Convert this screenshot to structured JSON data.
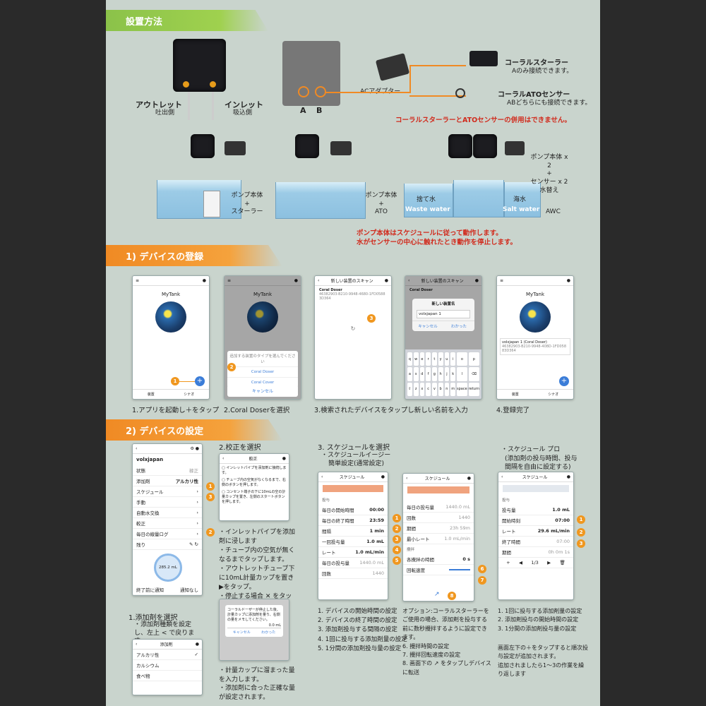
{
  "sections": {
    "install": "設置方法",
    "register": "1) デバイスの登録",
    "settings": "2) デバイスの設定"
  },
  "install": {
    "outlet": "アウトレット",
    "outlet_sub": "吐出側",
    "inlet": "インレット",
    "inlet_sub": "吸込側",
    "port_a": "A",
    "port_b": "B",
    "adapter": "ACアダプター",
    "cooler_title": "コーラルスターラー",
    "cooler_sub": "Aのみ接続できます。",
    "ato_title": "コーラルATOセンサー",
    "ato_sub": "ABどちらにも接続できます。",
    "warning1": "コーラルスターラーとATOセンサーの併用はできません。",
    "setup1_a": "ポンプ本体",
    "setup1_b": "+",
    "setup1_c": "スターラー",
    "setup2_a": "ポンプ本体",
    "setup2_b": "+",
    "setup2_c": "ATO",
    "waste_jp": "捨て水",
    "waste_en": "Waste water",
    "salt_jp": "海水",
    "salt_en": "Salt water",
    "awc_1": "ポンプ本体 x 2",
    "awc_2": "+",
    "awc_3": "センサー x 2",
    "awc_4": "水替え",
    "awc": "AWC",
    "warning2": "ポンプ本体はスケジュールに従って動作します。",
    "warning3": "水がセンサーの中心に触れたとき動作を停止します。"
  },
  "register": {
    "mytank": "MyTank",
    "sheet_title": "追加する装置のタイプを選んでください",
    "coral_doser": "Coral Doser",
    "coral_cover": "Coral Cover",
    "cancel": "キャンセル",
    "scan_title": "新しい装置のスキャン",
    "scan_device": "Coral Doser",
    "scan_id": "46382903-B210-9948-4680-1FD05883D364",
    "dialog_title": "新しい装置名",
    "dialog_value": "volxjapan 1",
    "dialog_cancel": "キャンセル",
    "dialog_ok": "わかった",
    "registered_name": "volxjapan 1 (Coral Doser)",
    "registered_id": "46382903-B210-9948-408D-1FD05883D364",
    "tab_home": "装置",
    "tab_other": "シナオ",
    "kb_row1": [
      "q",
      "w",
      "e",
      "r",
      "t",
      "y",
      "u",
      "i",
      "o",
      "p"
    ],
    "kb_row2": [
      "a",
      "s",
      "d",
      "f",
      "g",
      "h",
      "j",
      "k",
      "l",
      "⌫"
    ],
    "kb_row3": [
      "⇧",
      "z",
      "x",
      "c",
      "v",
      "b",
      "n",
      "m",
      "space",
      "return"
    ],
    "captions": [
      "1.アプリを起動し＋をタップ",
      "2.Coral Doserを選択",
      "3.検索されたデバイスをタップし新しい名前を入力",
      "4.登録完了"
    ]
  },
  "settings": {
    "dev_name": "volxjapan",
    "menu": [
      {
        "label": "状態",
        "value": "稼正"
      },
      {
        "label": "添加剤",
        "value": "アルカリ性"
      },
      {
        "label": "スケジュール",
        "value": ""
      },
      {
        "label": "手動",
        "value": ""
      },
      {
        "label": "自動水交換",
        "value": ""
      },
      {
        "label": "較正",
        "value": ""
      },
      {
        "label": "毎日の線量ログ",
        "value": ""
      }
    ],
    "remain": "残り",
    "remain_value": "285.2 mL",
    "end_notice": "終了前に通知",
    "end_notice_value": "通知なし",
    "step1_title": "1.添加剤を選択",
    "step1_desc": "・添加剤種類を設定し、左上 < で戻ります。",
    "additive_title": "添加剤",
    "additives": [
      "アルカリ性",
      "カルシウム",
      "食べ物"
    ],
    "step2_title": "2.校正を選択",
    "calib_header": "較正",
    "calib_items": [
      "インレットパイプを添加剤に接続します。",
      "チューブ内の空気がなくなるまで、右側のボタンを押します。",
      "コンセント端子の下に10mLの空の計量カップを置き、左側のスタートボタンを押します。"
    ],
    "step2_bullets": [
      "・インレットパイプを添加剤に浸します",
      "・チューブ内の空気が無くなるまでタップします。",
      "・アウトレットチューブ下に10mL計量カップを置き▶をタップ。",
      "・停止する場合 ✕ をタップします"
    ],
    "calib_dialog": "コーラルドーザーが停止した後、計量カップに添加剤を量り、右側の量をメモしてください。",
    "calib_dialog_value": "0.0 mL",
    "calib_cancel": "キャンセル",
    "calib_ok": "わかった",
    "step2_bullets2": [
      "・計量カップに溜まった量を入力します。",
      "・添加剤に合った正確な量が設定されます。"
    ],
    "step3_title": "3. スケジュールを選択",
    "step3_sub1": "・スケジュールイージー",
    "step3_sub2": "簡単設定(通常設定)",
    "sched_header": "スケジュール",
    "sched_section": "投与",
    "sched_rows": [
      {
        "label": "毎日の開始時間",
        "value": "00:00",
        "badge": "1"
      },
      {
        "label": "毎日の終了時間",
        "value": "23:59",
        "badge": "2"
      },
      {
        "label": "間隔",
        "value": "1 min",
        "badge": "3"
      },
      {
        "label": "一回投与量",
        "value": "1.0 mL",
        "badge": "4"
      },
      {
        "label": "レート",
        "value": "1.0 mL/min",
        "badge": "5"
      },
      {
        "label": "毎日の投与量",
        "value": "1440.0 mL",
        "badge": ""
      },
      {
        "label": "回数",
        "value": "1440",
        "badge": ""
      }
    ],
    "easy_list": [
      "1. デバイスの開始時間の設定",
      "2. デバイスの終了時間の設定",
      "3. 添加剤投与する間隔の設定",
      "4. 1回に投与する添加剤量の設定",
      "5. 1分間の添加剤投与量の設定"
    ],
    "opt_rows": [
      {
        "label": "毎日の投与量",
        "value": "1440.0 mL"
      },
      {
        "label": "回数",
        "value": "1440"
      },
      {
        "label": "期間",
        "value": "23h 59m"
      },
      {
        "label": "最小レート",
        "value": "1.0 mL/min"
      }
    ],
    "stir_section": "攪拌",
    "stir_rows": [
      {
        "label": "各攪拌の時間",
        "value": "0 s",
        "badge": "6"
      },
      {
        "label": "回転速度",
        "value": "",
        "badge": "7"
      }
    ],
    "opt_desc": [
      "オプション:コーラルスターラーを",
      "ご使用の場合、添加剤を投与する",
      "前に数秒攪拌するように設定でき",
      "ます。",
      "6. 攪拌時間の設定",
      "7. 攪拌回転速度の設定",
      "8. 画面下の ↗ をタップしデバイス",
      "に転送"
    ],
    "pro_title": "・スケジュール プロ",
    "pro_sub": "(添加剤の投与時間、投与間隔を自由に設定する)",
    "pro_rows": [
      {
        "label": "投与量",
        "value": "1.0 mL",
        "badge": "1"
      },
      {
        "label": "開始時刻",
        "value": "07:00",
        "badge": "2"
      },
      {
        "label": "レート",
        "value": "29.6 mL/min",
        "badge": "3"
      },
      {
        "label": "終了時間",
        "value": "07:00",
        "badge": ""
      },
      {
        "label": "期間",
        "value": "0h 0m 1s",
        "badge": ""
      }
    ],
    "pro_list": [
      "1. 1回に投与する添加剤量の設定",
      "2. 添加剤投与の開始時間の設定",
      "3. 1分間の添加剤投与量の設定"
    ],
    "pro_desc": [
      "画面左下の＋をタップすると順次投",
      "与設定が追加されます。",
      "追加されましたら1～3の作業を繰",
      "り返します"
    ],
    "ctrl": "1/3"
  }
}
